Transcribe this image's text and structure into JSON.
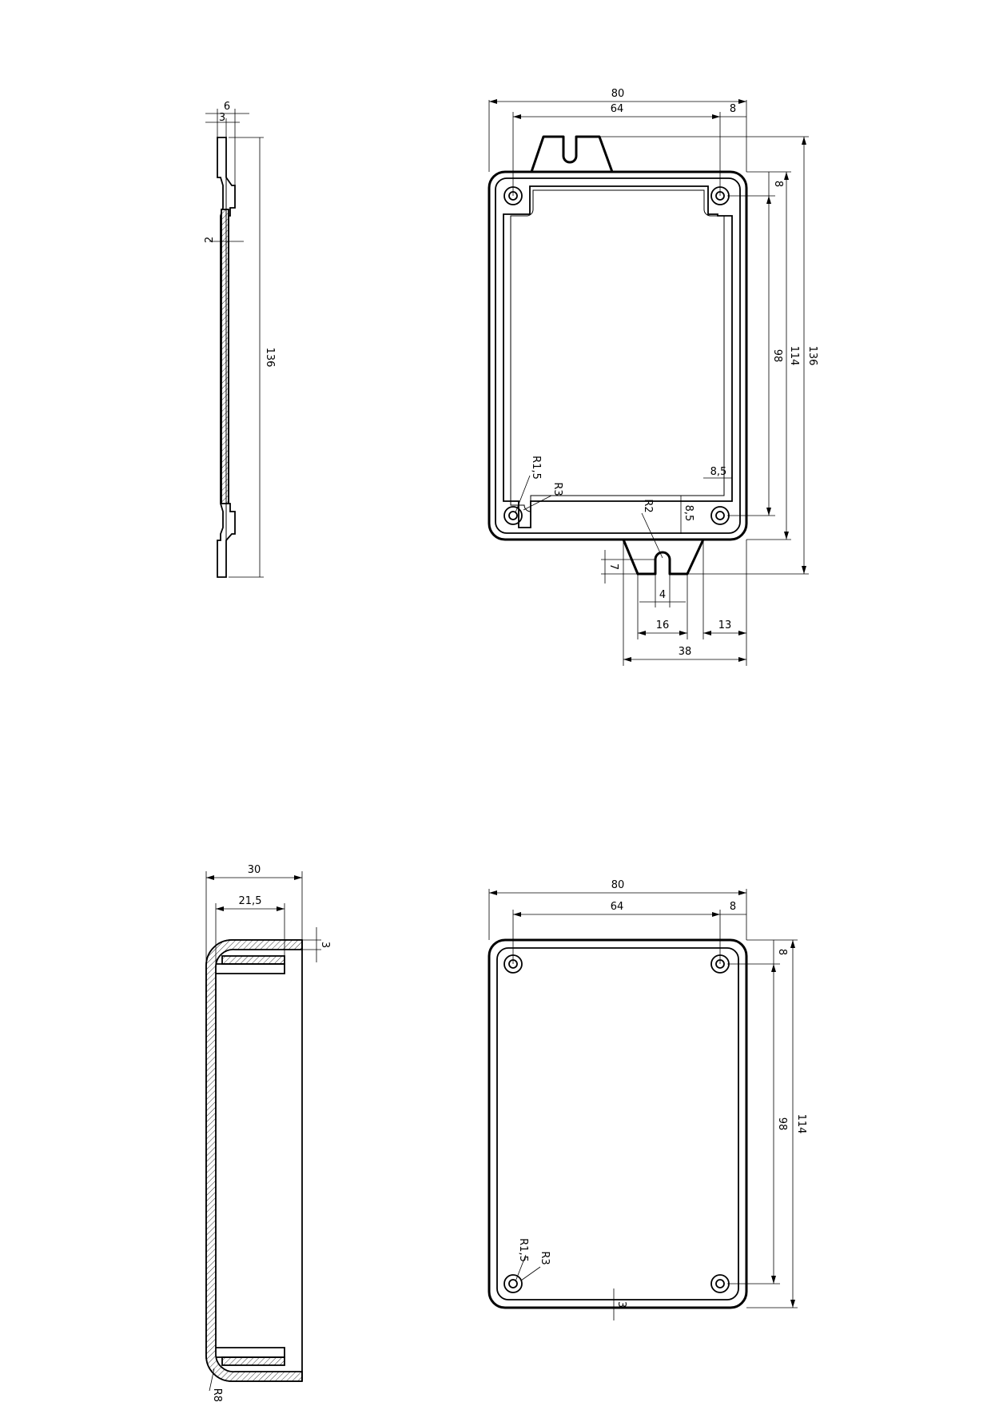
{
  "dimensions": {
    "side_top_width": "6",
    "side_top_inner": "3",
    "side_wall": "2",
    "side_height": "136",
    "base_width": "80",
    "base_hole_span_x": "64",
    "base_hole_offset_x": "8",
    "base_hole_offset_y": "8",
    "base_hole_span_y": "98",
    "base_body_height": "114",
    "base_total_height": "136",
    "base_rib_offset_x": "8,5",
    "base_rib_offset_y": "8,5",
    "base_slot_radius": "R2",
    "base_hole_radius": "R1,5",
    "base_corner_radius": "R3",
    "base_tab_depth": "7",
    "base_slot_width": "4",
    "base_tab_width": "16",
    "base_tab_edge": "13",
    "base_tab_total": "38",
    "lid_depth": "30",
    "lid_inner_depth": "21,5",
    "lid_wall": "3",
    "lid_corner_radius": "R8",
    "top_width": "80",
    "top_hole_span_x": "64",
    "top_hole_offset_x": "8",
    "top_hole_offset_y": "8",
    "top_hole_span_y": "98",
    "top_height": "114",
    "top_hole_radius": "R1,5",
    "top_corner_radius": "R3",
    "top_wall": "3"
  }
}
